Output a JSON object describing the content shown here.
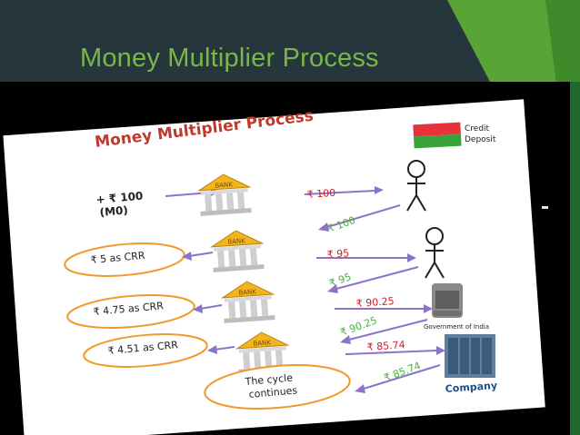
{
  "slide": {
    "title": "Money Multiplier Process"
  },
  "diagram": {
    "heading": "Money Multiplier Process",
    "legend": {
      "credit_label": "Credit",
      "deposit_label": "Deposit"
    },
    "initial": {
      "line1": "+ ₹ 100",
      "line2": "(M0)"
    },
    "bank_sign": "BANK",
    "bank_flows": [
      {
        "out": "₹ 100",
        "back": "₹ 100"
      },
      {
        "out": "₹ 95",
        "back": "₹ 95"
      },
      {
        "out": "₹ 90.25",
        "back": "₹ 90.25"
      },
      {
        "out": "₹ 85.74",
        "back": "₹ 85.74"
      }
    ],
    "reserves": [
      "₹ 5 as CRR",
      "₹ 4.75 as CRR",
      "₹ 4.51 as CRR"
    ],
    "cycle": {
      "line1": "The cycle",
      "line2": "continues"
    },
    "government_label": "Government of India",
    "company_label": "Company"
  },
  "colors": {
    "background": "#26363d",
    "title": "#7ab648",
    "credit": "#e8313a",
    "deposit": "#3aa23a",
    "credit_text": "#d7191c",
    "deposit_text": "#4caf3f",
    "arrow": "#8c73c9",
    "reserve_outline": "#f09a2a",
    "bank_roof": "#f2b51f"
  }
}
